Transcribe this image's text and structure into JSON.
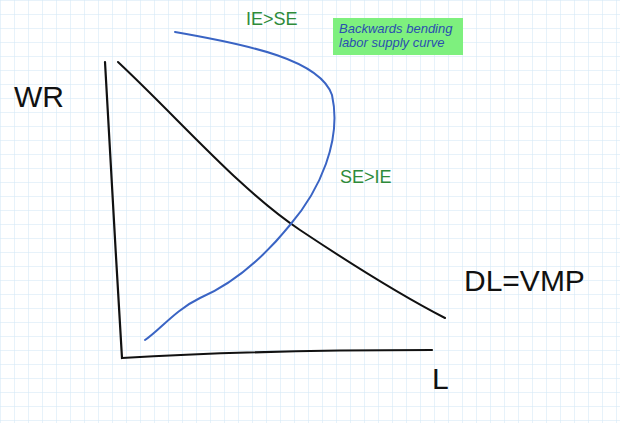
{
  "diagram": {
    "labels": [
      "IE>SE",
      "Backwards bending labor supply curve",
      "SE>IE",
      "WR",
      "DL=VMP",
      "L"
    ]
  }
}
